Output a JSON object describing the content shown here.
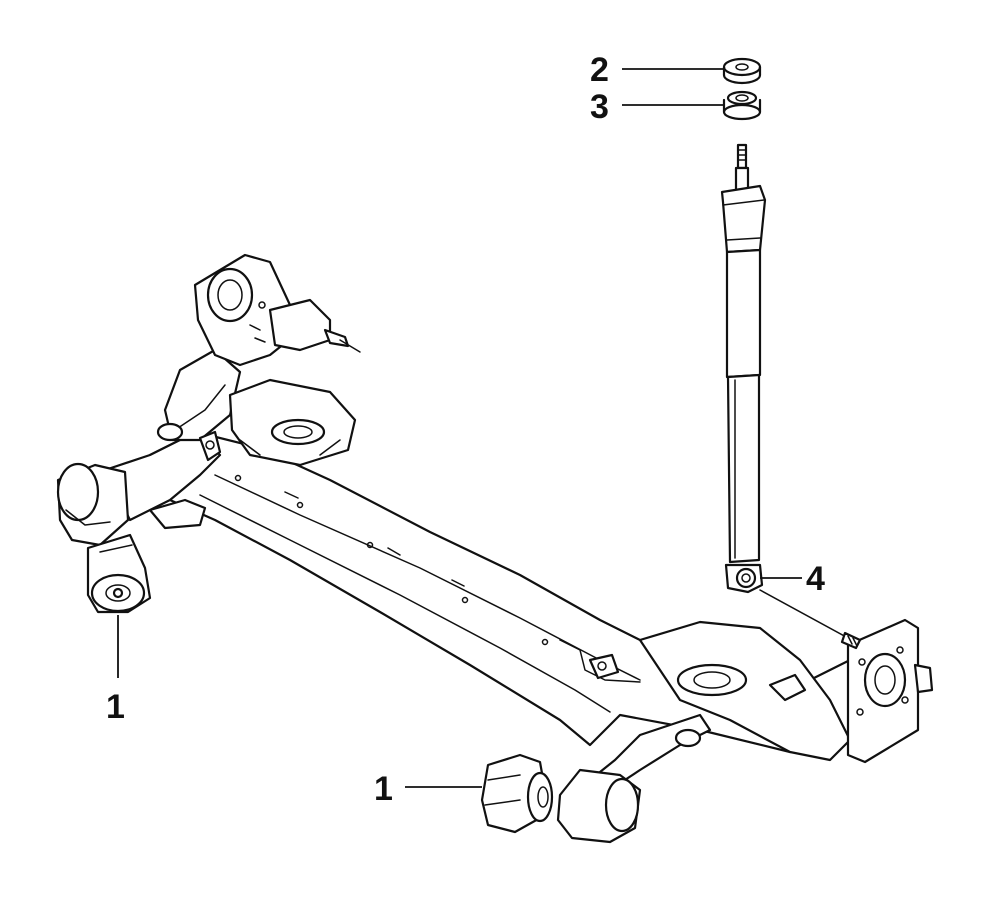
{
  "callouts": {
    "bushing_left": "1",
    "bushing_bottom": "1",
    "shock_washer_top": "2",
    "shock_bushing_upper": "3",
    "shock_lower_bolt": "4"
  },
  "colors": {
    "ink": "#111111",
    "paper": "#ffffff"
  }
}
